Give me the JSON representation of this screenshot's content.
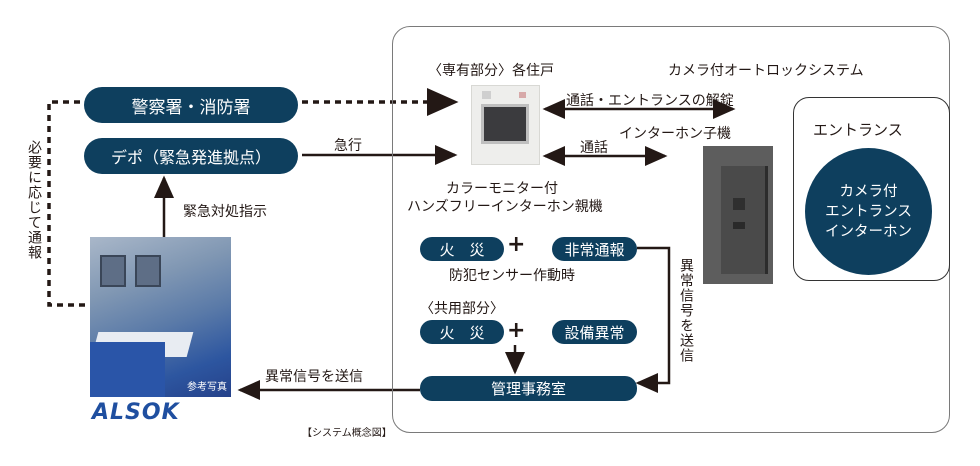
{
  "diagram": {
    "caption": "【システム概念図】",
    "colors": {
      "navy": "#0e3f5e",
      "line": "#231815",
      "logo": "#1f4fa0"
    },
    "left": {
      "police_fire": "警察署・消防署",
      "depot": "デポ（緊急発進拠点）",
      "notify_if_needed": "必要に応じて通報",
      "emergency_instruction": "緊急対処指示",
      "rush": "急行",
      "photo_caption": "参考写真",
      "logo": "ALSOK",
      "send_abnormal_signal": "異常信号を送信"
    },
    "system": {
      "private_area": "〈専有部分〉各住戸",
      "autolock_title": "カメラ付オートロックシステム",
      "talk_unlock": "通話・エントランスの解錠",
      "talk": "通話",
      "sub_unit": "インターホン子機",
      "master_unit_line1": "カラーモニター付",
      "master_unit_line2": "ハンズフリーインターホン親機",
      "entrance_label": "エントランス",
      "entrance_intercom": [
        "カメラ付",
        "エントランス",
        "インターホン"
      ],
      "private_fire": "火　災",
      "plus": "+",
      "emergency_call": "非常通報",
      "security_sensor": "防犯センサー作動時",
      "common_area": "〈共用部分〉",
      "common_fire": "火　災",
      "equipment_fault": "設備異常",
      "management_office": "管理事務室",
      "send_abnormal_signal_vertical": "異常信号を送信"
    }
  }
}
